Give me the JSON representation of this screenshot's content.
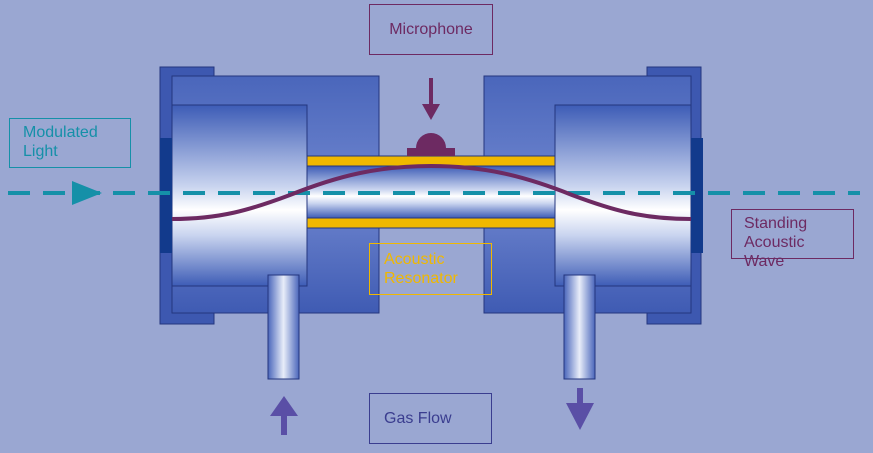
{
  "labels": {
    "microphone": "Microphone",
    "modulated_light": "Modulated\nLight",
    "standing_wave": "Standing\nAcoustic Wave",
    "acoustic_resonator": "Acoustic\nResonator",
    "gas_flow": "Gas Flow"
  },
  "colors": {
    "background": "#9aa7d2",
    "light_beam": "#1590a8",
    "acoustic_wave": "#6d2a62",
    "resonator": "#f0b800",
    "body_blue": "#4a66bb",
    "gas_flow_arrow": "#5a4fa6",
    "window": "#123a8c"
  },
  "icons": {
    "microphone": "microphone-icon",
    "light_arrow": "arrow-right-icon",
    "gas_in": "arrow-up-icon",
    "gas_out": "arrow-down-icon"
  }
}
